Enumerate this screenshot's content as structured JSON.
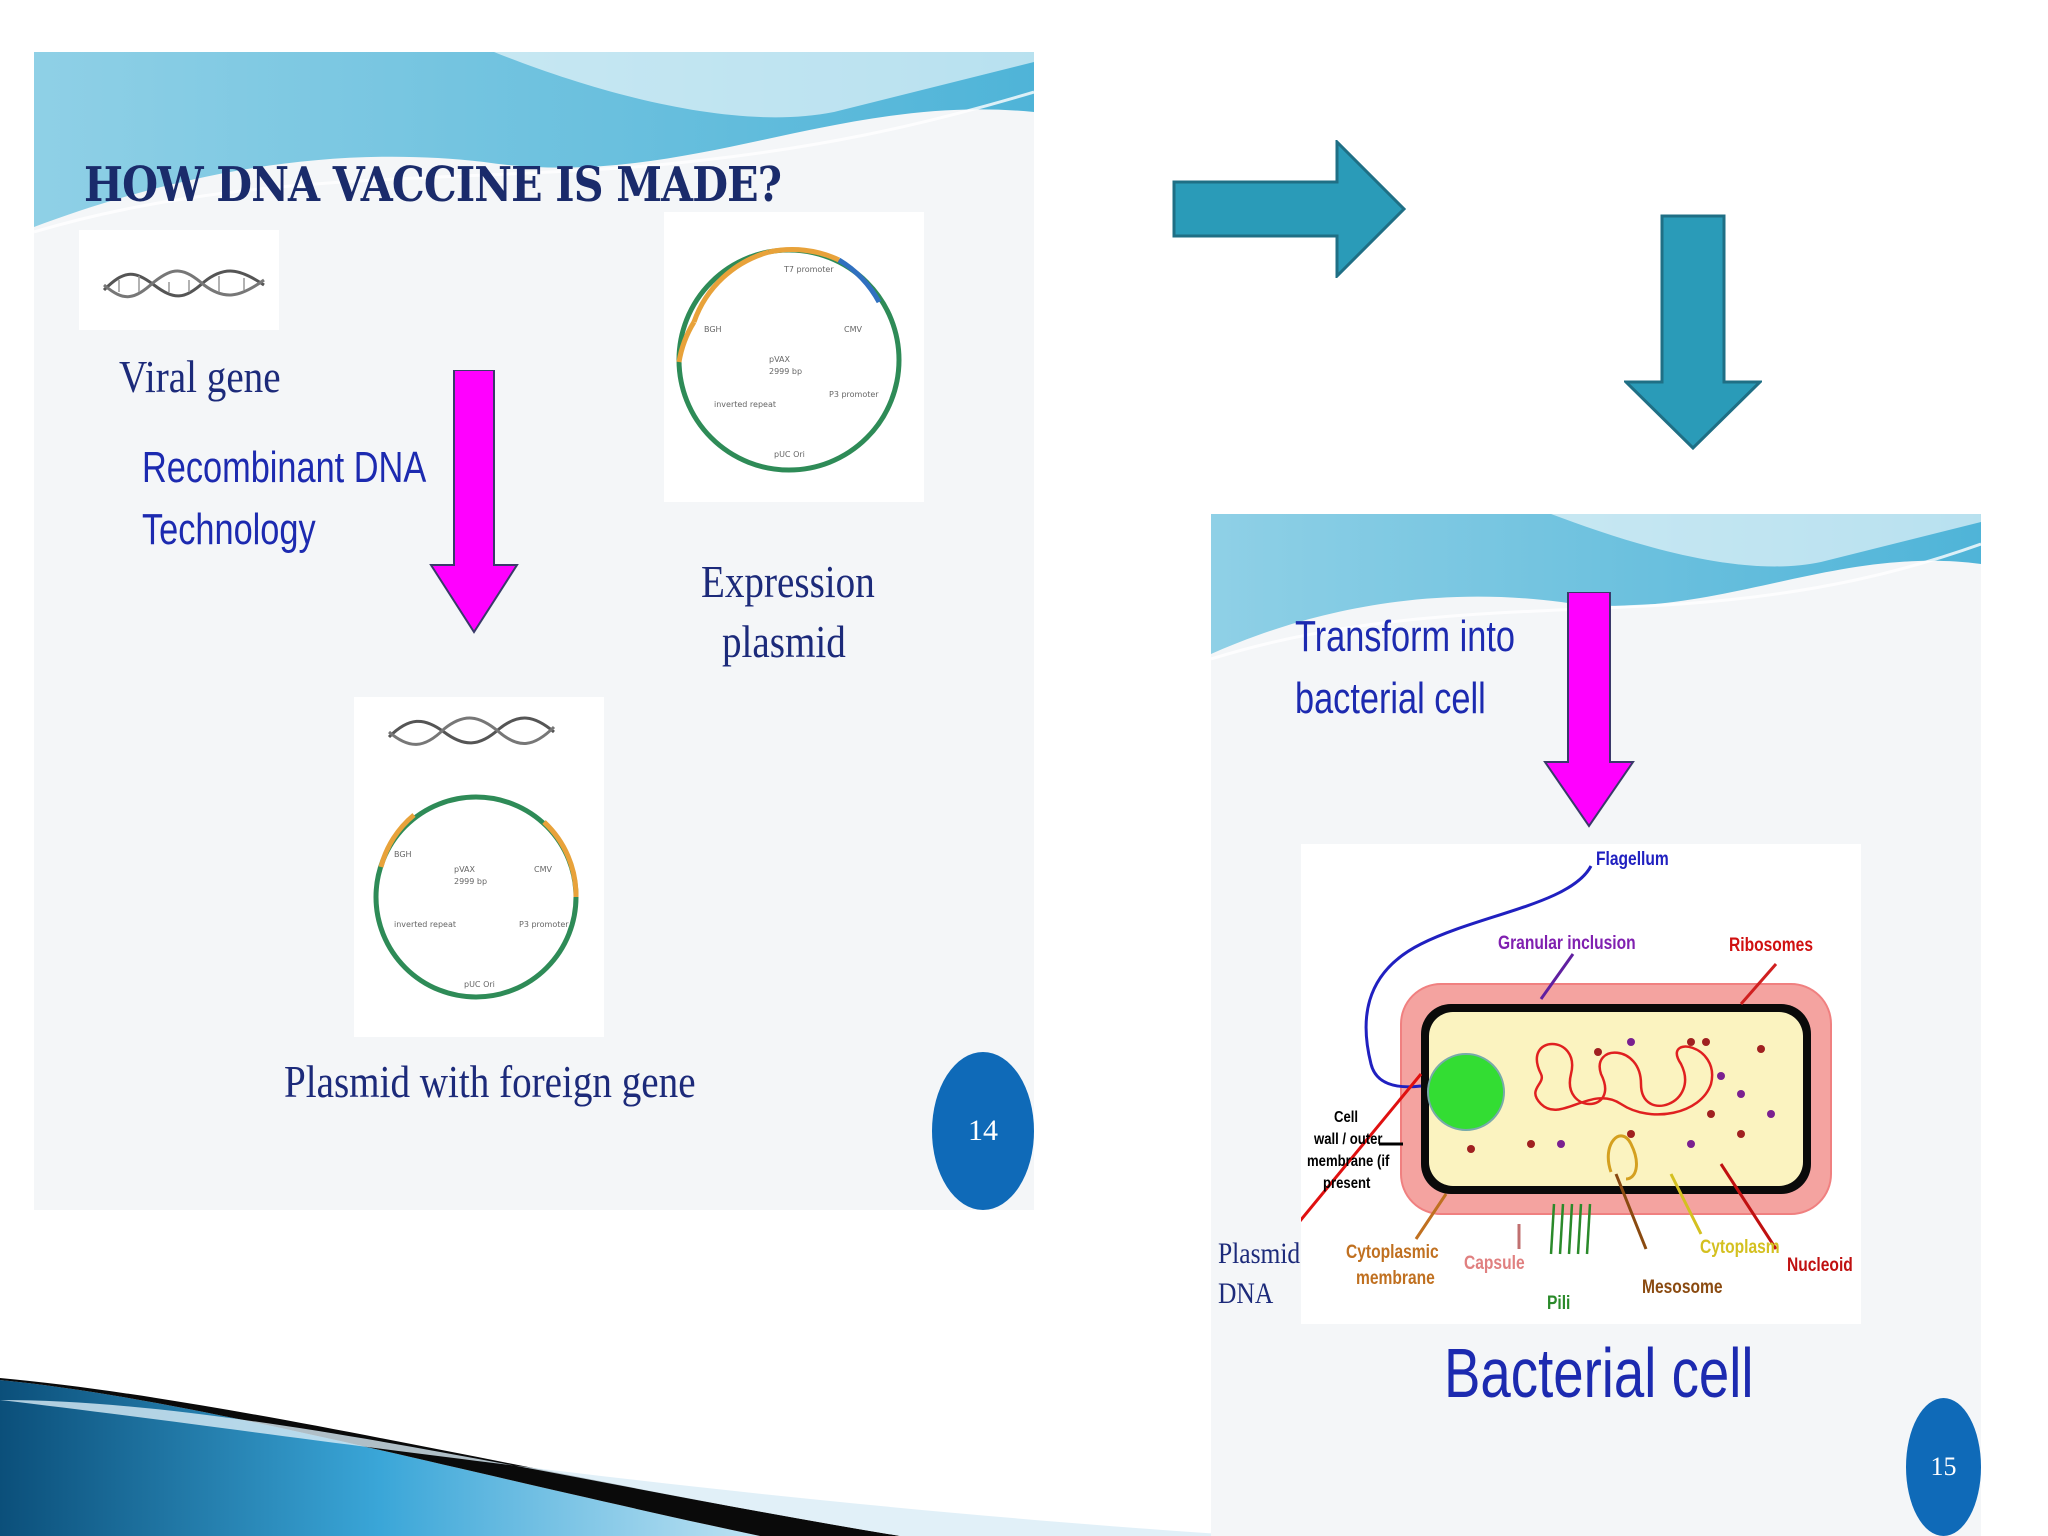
{
  "colors": {
    "slide_bg": "#f4f6f8",
    "title_navy": "#1a2b6b",
    "label_blue": "#1c2ab0",
    "magenta_arrow": "#ff00ff",
    "teal_arrow": "#2a9bb8",
    "slide_number_bg": "#0f6ab8"
  },
  "slide14": {
    "title": "HOW DNA VACCINE IS MADE?",
    "viral_gene": "Viral gene",
    "recombinant_line1": "Recombinant DNA",
    "recombinant_line2": "Technology",
    "expression_line1": "Expression",
    "expression_line2": "plasmid",
    "plasmid_foreign": "Plasmid with foreign gene",
    "slide_number": "14"
  },
  "slide15": {
    "transform_line1": "Transform into",
    "transform_line2": "bacterial cell",
    "bacterial_cell": "Bacterial  cell",
    "slide_number": "15",
    "cell_labels": {
      "flagellum": "Flagellum",
      "granular_inclusion": "Granular inclusion",
      "ribosomes": "Ribosomes",
      "cell_wall_1": "Cell",
      "cell_wall_2": "wall / outer",
      "cell_wall_3": "membrane (if",
      "cell_wall_4": "present",
      "plasmid_1": "Plasmid",
      "plasmid_2": "DNA",
      "cytoplasmic_1": "Cytoplasmic",
      "cytoplasmic_2": "membrane",
      "capsule": "Capsule",
      "pili": "Pili",
      "mesosome": "Mesosome",
      "cytoplasm": "Cytoplasm",
      "nucleoid": "Nucleoid"
    }
  },
  "icons": {
    "right_arrow": "arrow-right-icon",
    "down_arrow": "arrow-down-icon"
  }
}
